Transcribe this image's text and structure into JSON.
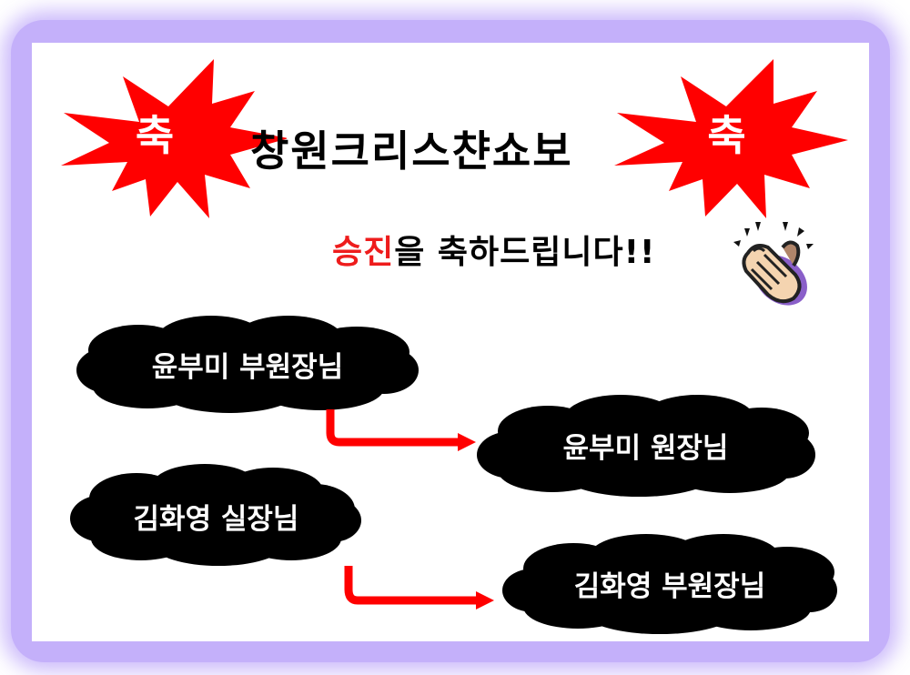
{
  "header": {
    "burst_left_char": "축",
    "burst_right_char": "축",
    "title": "창원크리스챤쇼보",
    "subtitle_highlight": "승진",
    "subtitle_rest": "을 축하드립니다!!",
    "clap_icon": "clapping-hands-icon"
  },
  "promotions": [
    {
      "from": "윤부미 부원장님",
      "to": "윤부미 원장님"
    },
    {
      "from": "김화영 실장님",
      "to": "김화영 부원장님"
    }
  ],
  "colors": {
    "frame": "#c4b0fa",
    "burst": "#ff0000",
    "highlight": "#ee1c1c",
    "cloud": "#000000",
    "arrow": "#ff0000"
  }
}
